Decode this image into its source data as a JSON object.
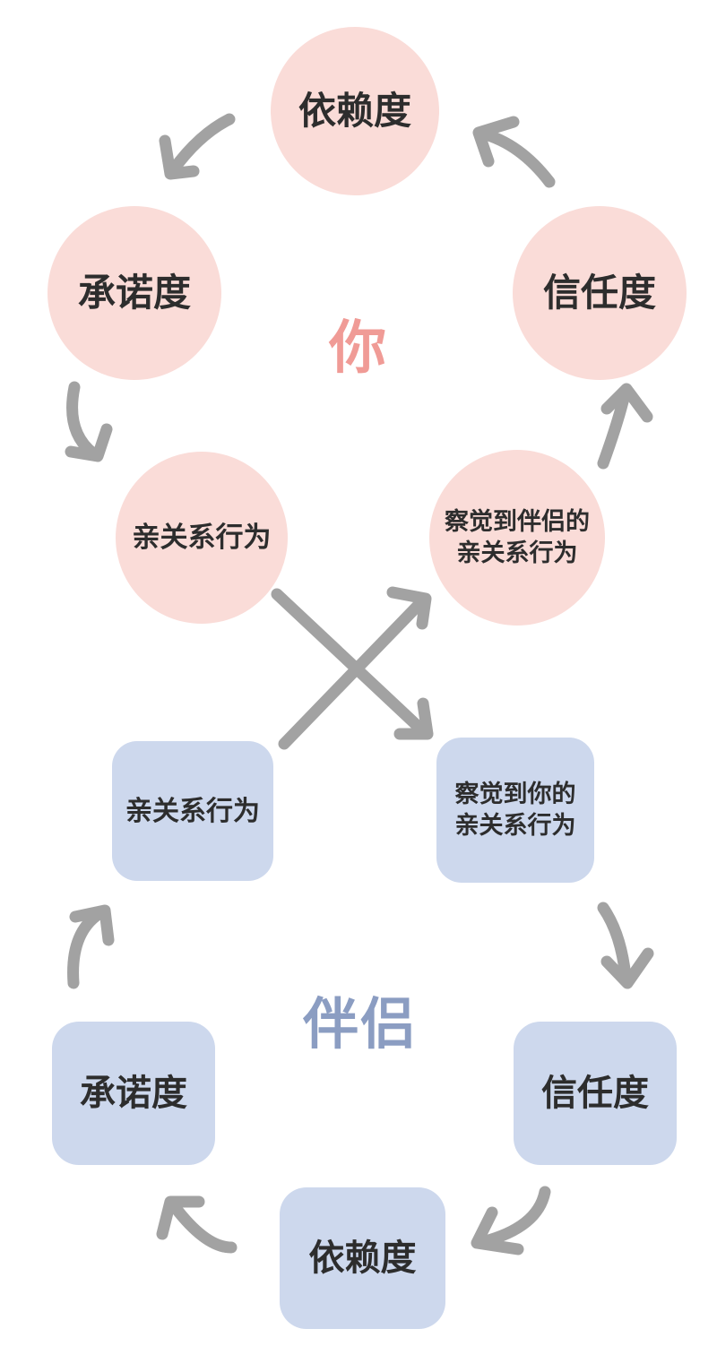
{
  "diagram": {
    "background_color": "#ffffff",
    "arrow_color": "#a2a2a2",
    "node_text_color": "#2d2d2d",
    "you_cycle": {
      "center_label": "你",
      "center_color": "#f09b96",
      "node_fill": "#fadcd8",
      "node_shape": "circle",
      "nodes": {
        "dependence": "依赖度",
        "commitment": "承诺度",
        "trust": "信任度",
        "intimate_behavior": "亲关系行为",
        "perceived_behavior_line1": "察觉到伴侣的",
        "perceived_behavior_line2": "亲关系行为"
      }
    },
    "partner_cycle": {
      "center_label": "伴侣",
      "center_color": "#8b9dc2",
      "node_fill": "#cdd8ed",
      "node_shape": "rounded-square",
      "nodes": {
        "dependence": "依赖度",
        "commitment": "承诺度",
        "trust": "信任度",
        "intimate_behavior": "亲关系行为",
        "perceived_behavior_line1": "察觉到你的",
        "perceived_behavior_line2": "亲关系行为"
      }
    }
  }
}
